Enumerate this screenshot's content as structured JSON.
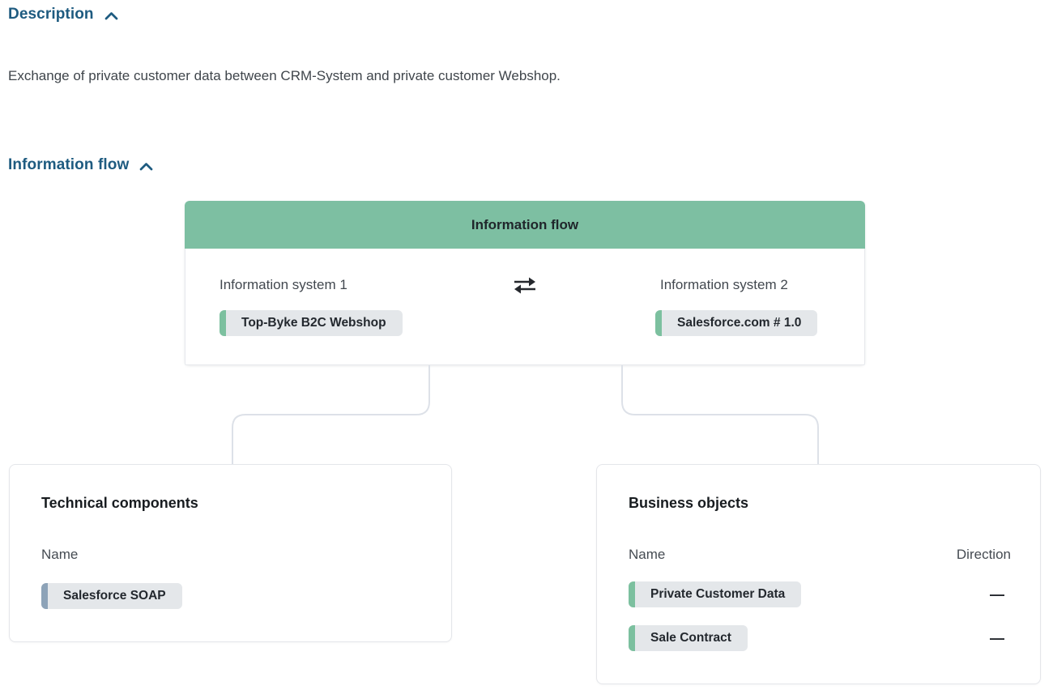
{
  "description": {
    "title": "Description",
    "body": "Exchange of private customer data between CRM-System and private customer Webshop."
  },
  "information_flow_section": {
    "title": "Information flow"
  },
  "flow_card": {
    "header": "Information flow",
    "arrow_icon": "bidirectional-arrow",
    "system1": {
      "label": "Information system 1",
      "tag": "Top-Byke B2C Webshop"
    },
    "system2": {
      "label": "Information system 2",
      "tag": "Salesforce.com # 1.0"
    }
  },
  "technical_components": {
    "title": "Technical components",
    "name_header": "Name",
    "items": [
      {
        "name": "Salesforce SOAP"
      }
    ]
  },
  "business_objects": {
    "title": "Business objects",
    "name_header": "Name",
    "direction_header": "Direction",
    "items": [
      {
        "name": "Private Customer Data",
        "direction": "—"
      },
      {
        "name": "Sale Contract",
        "direction": "—"
      }
    ]
  },
  "colors": {
    "section_header": "#1e5b80",
    "card_header_bg": "#7dbfa2",
    "tag_bg": "#e4e7ea",
    "tag_accent_green": "#7cc09f",
    "tag_accent_slate": "#8da3b8",
    "connector_line": "#dde1e8",
    "panel_border": "#e4e6ea",
    "body_text": "#3f454b"
  }
}
